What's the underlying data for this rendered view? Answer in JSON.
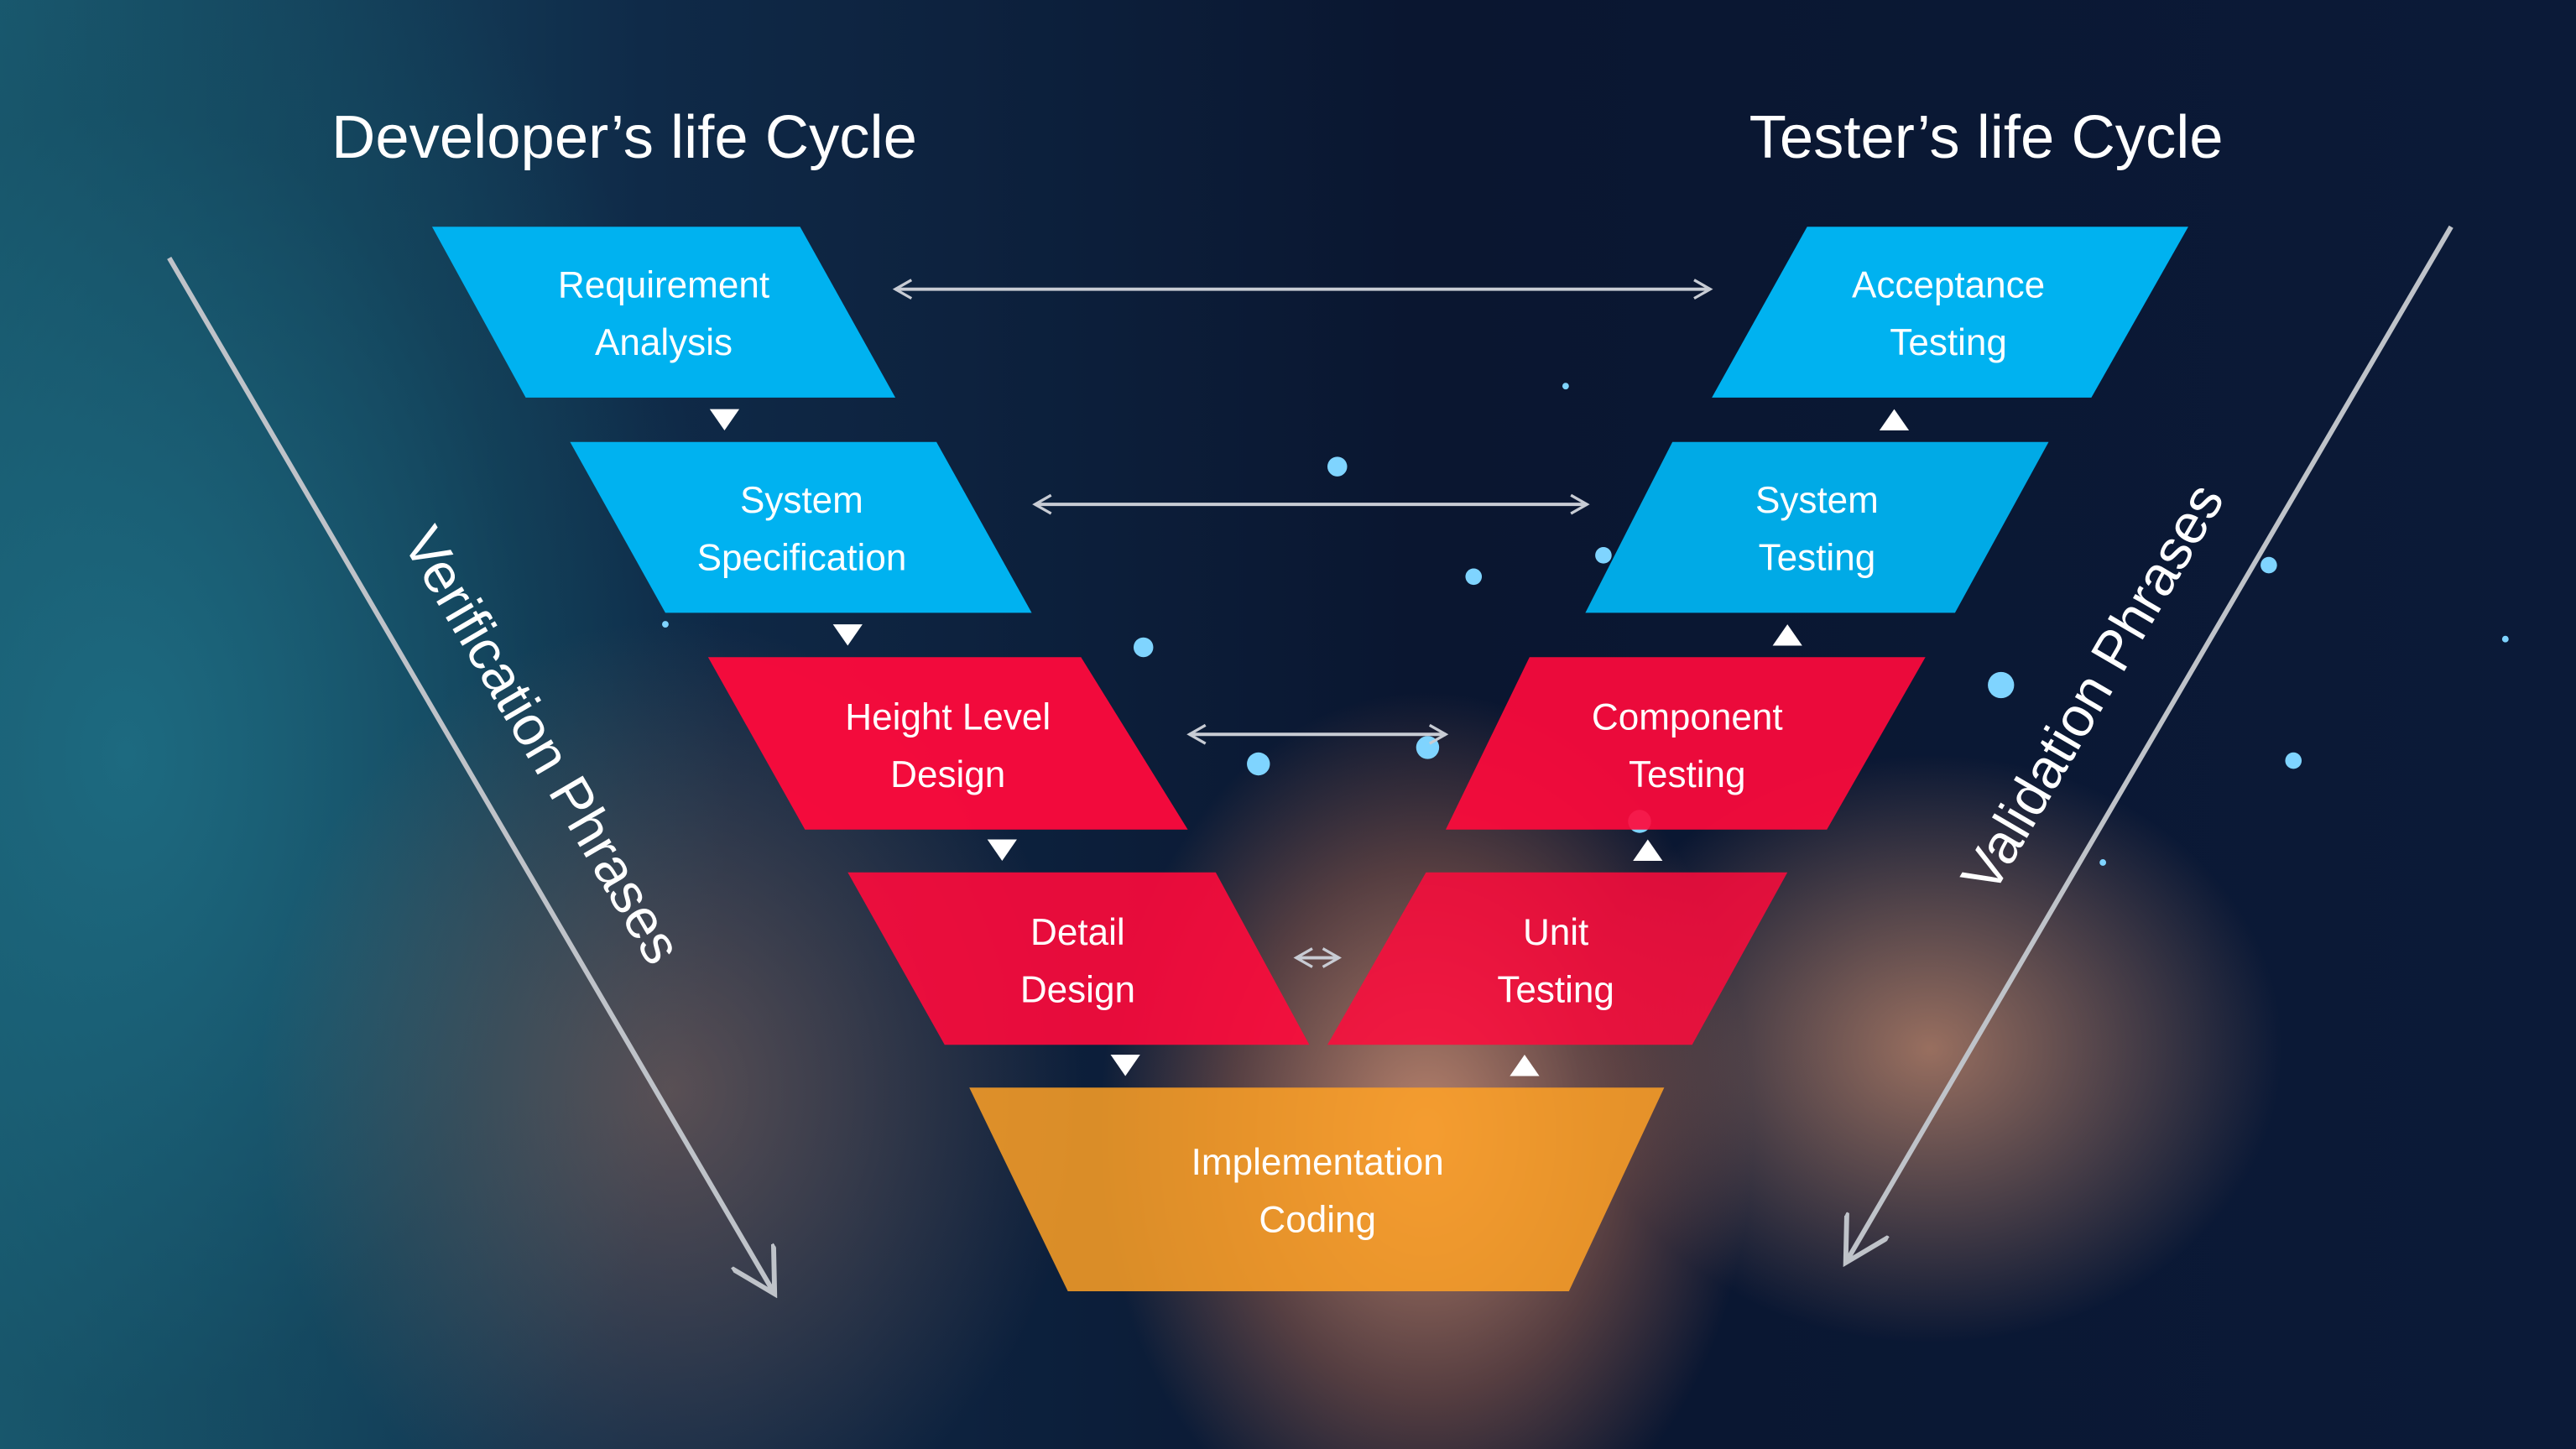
{
  "titles": {
    "developer": "Developer’s life Cycle",
    "tester": "Tester’s life Cycle"
  },
  "side_labels": {
    "left": "Verification Phrases",
    "right": "Validation Phrases"
  },
  "developer_phases": [
    {
      "line1": "Requirement",
      "line2": "Analysis"
    },
    {
      "line1": "System",
      "line2": "Specification"
    },
    {
      "line1": "Height Level",
      "line2": "Design"
    },
    {
      "line1": "Detail",
      "line2": "Design"
    }
  ],
  "implementation": {
    "line1": "Implementation",
    "line2": "Coding"
  },
  "tester_phases": [
    {
      "line1": "Acceptance",
      "line2": "Testing"
    },
    {
      "line1": "System",
      "line2": "Testing"
    },
    {
      "line1": "Component",
      "line2": "Testing"
    },
    {
      "line1": "Unit",
      "line2": "Testing"
    }
  ],
  "colors": {
    "blue": "#00b2f0",
    "red": "#ff0a3c",
    "orange": "#ffa126"
  }
}
